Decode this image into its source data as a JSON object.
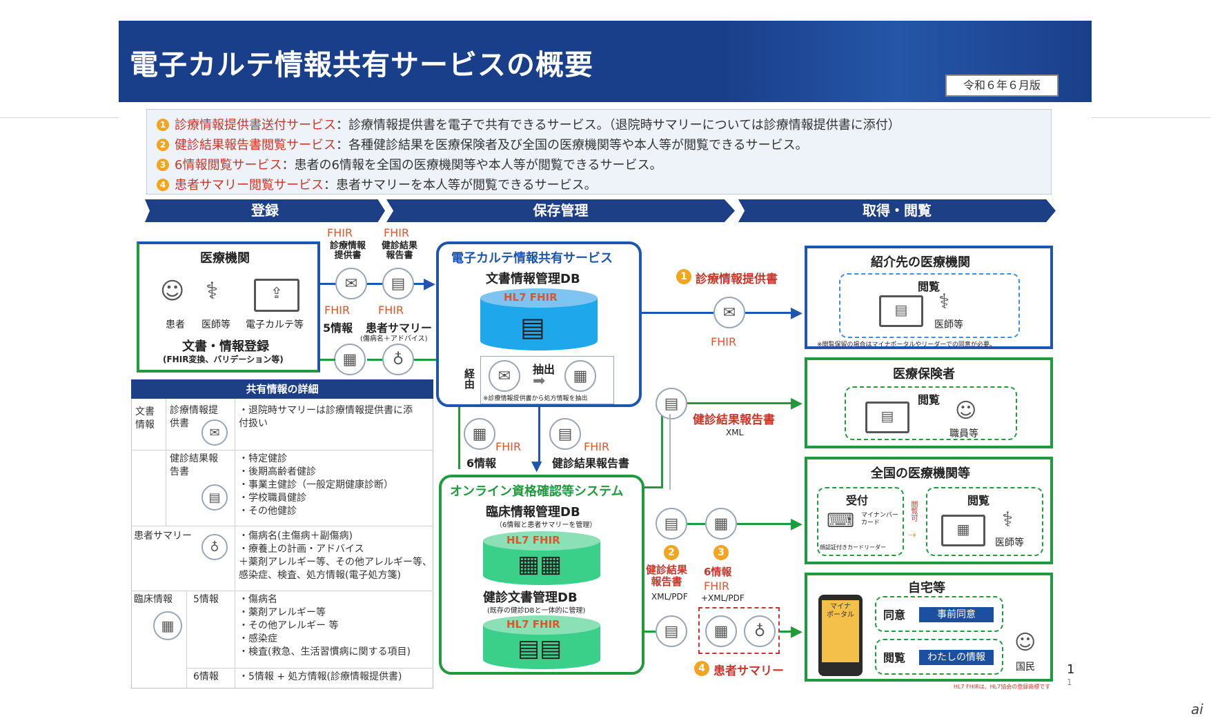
{
  "header": {
    "title": "電子カルテ情報共有サービスの概要",
    "version": "令和６年６月版"
  },
  "services": [
    {
      "num": "1",
      "name": "診療情報提供書送付サービス",
      "desc": "：診療情報提供書を電子で共有できるサービス。（退院時サマリーについては診療情報提供書に添付）"
    },
    {
      "num": "2",
      "name": "健診結果報告書閲覧サービス",
      "desc": "：各種健診結果を医療保険者及び全国の医療機関等や本人等が閲覧できるサービス。"
    },
    {
      "num": "3",
      "name": "6情報閲覧サービス",
      "desc": "：患者の6情報を全国の医療機関等や本人等が閲覧できるサービス。"
    },
    {
      "num": "4",
      "name": "患者サマリー閲覧サービス",
      "desc": "：患者サマリーを本人等が閲覧できるサービス。"
    }
  ],
  "phases": [
    "登録",
    "保存管理",
    "取得・閲覧"
  ],
  "medical": {
    "title": "医療機関",
    "patient": "患者",
    "doctor": "医師等",
    "ehr": "電子カルテ等",
    "register": "文書・情報登録",
    "register_sub": "(FHIR変換、バリデーション等)"
  },
  "fhir": "FHIR",
  "hl7fhir": "HL7 FHIR",
  "reg_items": {
    "referral": "診療情報\n提供書",
    "checkup": "健診結果\n報告書",
    "info5": "5情報",
    "summary": "患者サマリー",
    "summary_sub": "(傷病名＋アドバイス)"
  },
  "ehr_service": {
    "title": "電子カルテ情報共有サービス",
    "db": "文書情報管理DB",
    "extract": "抽出",
    "note": "※診療情報提供書から処方情報を抽出",
    "via": "経由"
  },
  "mid_labels": {
    "info6": "6情報",
    "checkup": "健診結果報告書"
  },
  "online": {
    "title": "オンライン資格確認等システム",
    "clinical_db": "臨床情報管理DB",
    "clinical_sub": "（6情報と患者サマリーを管理）",
    "checkup_db": "健診文書管理DB",
    "checkup_sub": "(既存の健診DBと一体的に管理)"
  },
  "flows": {
    "referral_label": "診療情報提供書",
    "checkup_label": "健診結果報告書",
    "xml": "XML",
    "checkup2": "健診結果\n報告書",
    "xml_pdf": "XML/PDF",
    "info6": "6情報",
    "xml_pdf2": "+XML/PDF",
    "summary": "患者サマリー"
  },
  "dest": {
    "referral_inst": "紹介先の医療機関",
    "view": "閲覧",
    "doctor": "医師等",
    "note": "※閲覧保留の場合はマイナポータルやリーダーでの同意が必要。",
    "insurer": "医療保険者",
    "staff": "職員等",
    "national": "全国の医療機関等",
    "reception": "受付",
    "card": "マイナンバー\nカード",
    "reader": "顔認証付きカードリーダー",
    "consent_side": "閲覧可",
    "home": "自宅等",
    "portal": "マイナ\nポータル",
    "consent": "同意",
    "pre_consent": "事前同意",
    "my_info": "わたしの情報",
    "citizen": "国民"
  },
  "details": {
    "header": "共有情報の詳細",
    "rows": [
      {
        "cat": "文書\n情報",
        "item": "診療情報提\n供書",
        "desc": "・退院時サマリーは診療情報提供書に添\n付扱い"
      },
      {
        "cat": "",
        "item": "健診結果報\n告書",
        "desc": "・特定健診\n・後期高齢者健診\n・事業主健診（一般定期健康診断）\n・学校職員健診\n・その他健診"
      },
      {
        "cat": "患者サマリー",
        "item": "",
        "desc": "・傷病名(主傷病＋副傷病)\n・療養上の計画・アドバイス\n＋薬剤アレルギー等、その他アレルギー等、\n感染症、検査、処方情報(電子処方箋)"
      },
      {
        "cat": "臨床情報",
        "item": "5情報",
        "desc": "・傷病名\n・薬剤アレルギー等\n・その他アレルギー 等\n・感染症\n・検査(救急、生活習慣病に関する項目)"
      },
      {
        "cat": "",
        "item": "6情報",
        "desc": "・5情報 + 処方情報(診療情報提供書)"
      }
    ]
  },
  "footer": {
    "page": "1",
    "page2": "1",
    "note": "HL7 FHIRは、HL7協会の登録商標です",
    "corner": "ai"
  },
  "colors": {
    "navy": "#1d3f86",
    "blue": "#1d55b0",
    "green": "#1f9a3c",
    "red": "#c8362a",
    "orange": "#f3a51f"
  }
}
